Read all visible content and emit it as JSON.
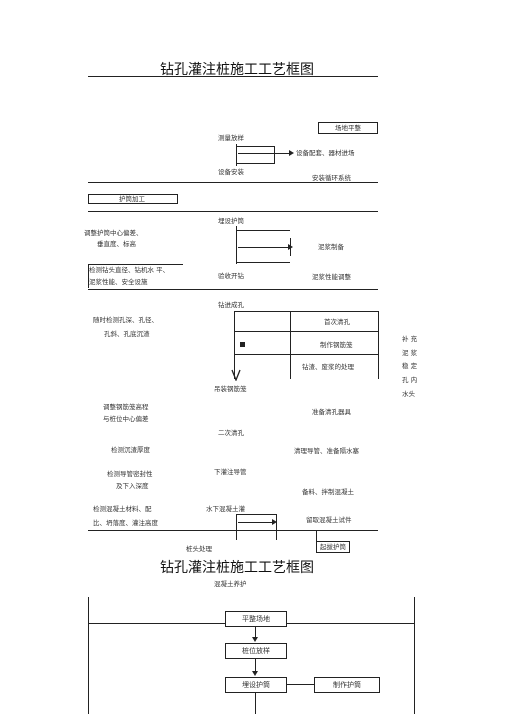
{
  "page1": {
    "title": "钻孔灌注桩施工工艺框图",
    "steps": {
      "site_leveling": "场地平整",
      "survey_layout": "测量放样",
      "equip_prep": "设备配套、器材进场",
      "equip_install": "设备安装",
      "circulation": "安装循环系统",
      "casing_fab": "护筒加工",
      "casing_embed": "埋设护筒",
      "casing_adjust_1": "调整护筒中心偏差、",
      "casing_adjust_2": "垂直度、标高",
      "mud_making": "泥浆制备",
      "check_drill_1": "检测钻头直径、钻机水 平、",
      "check_drill_2": "泥浆性能、安全设施",
      "inspect_drill": "验收开钻",
      "mud_adjust": "泥浆性能调整",
      "drill_hole": "钻进成孔",
      "monitor_1": "随时检测孔深、孔径、",
      "monitor_2": "孔斜、孔底沉渣",
      "first_clean": "首次清孔",
      "cage_fab": "制作钢筋笼",
      "slag_mud": "钻渣、废浆的处理",
      "side_note": [
        "补 充",
        "泥 浆",
        "稳 定",
        "孔 内",
        "水头"
      ],
      "cage_hoist": "吊装钢筋笼",
      "cage_adjust_1": "调整钢筋笼高程",
      "cage_adjust_2": "与桩位中心偏差",
      "clean_tools": "准备清孔器具",
      "second_clean": "二次清孔",
      "check_sediment": "检测沉渣厚度",
      "prep_pipe": "清理导管、准备隔水塞",
      "check_pipe_1": "检测导管密封性",
      "check_pipe_2": "及下入深度",
      "lower_pipe": "下灌注导管",
      "mix_concrete": "备料、拌制混凝土",
      "check_concrete_1": "检测混凝土材料、配",
      "check_concrete_2": "比、坍落度、灌注高度",
      "underwater_pour": "水下混凝土灌",
      "sample": "留取混凝土试件",
      "pull_casing": "起拔护筒",
      "pile_head": "桩头处理",
      "curing": "混凝土养护"
    }
  },
  "page2": {
    "title": "钻孔灌注桩施工工艺框图",
    "boxes": {
      "leveling": "平整场地",
      "layout": "桩位放样",
      "embed": "埋设护筒",
      "fabricate": "制作护筒"
    }
  }
}
